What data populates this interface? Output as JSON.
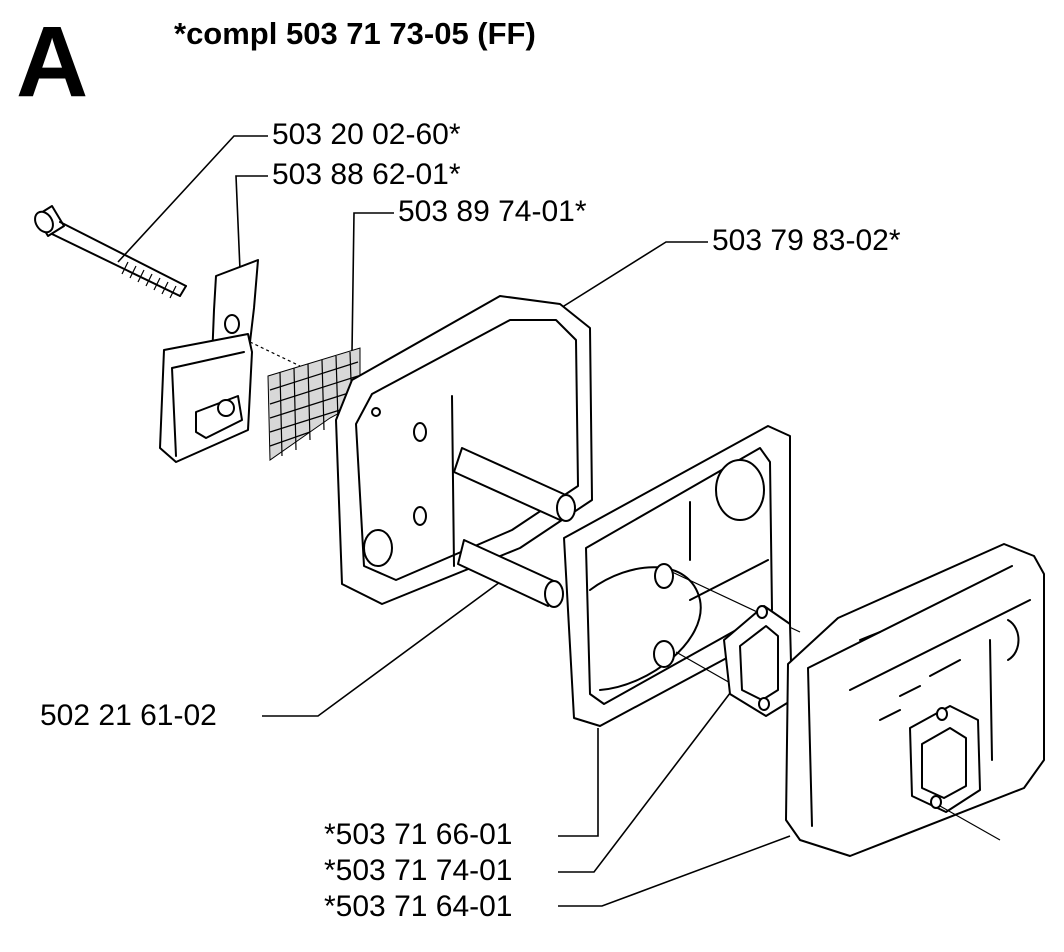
{
  "diagram": {
    "section_letter": "A",
    "assembly_title": "*compl 503 71 73-05 (FF)",
    "parts": [
      {
        "id": "screw",
        "label": "503 20 02-60*"
      },
      {
        "id": "bracket",
        "label": "503 88 62-01*"
      },
      {
        "id": "screen",
        "label": "503 89 74-01*"
      },
      {
        "id": "muffler-body-front",
        "label": "503 79 83-02*"
      },
      {
        "id": "spacer-tube",
        "label": "502 21 61-02"
      },
      {
        "id": "plate",
        "label": "*503 71 66-01"
      },
      {
        "id": "gasket",
        "label": "*503 71 74-01"
      },
      {
        "id": "muffler-body-rear",
        "label": "*503 71 64-01"
      }
    ]
  }
}
